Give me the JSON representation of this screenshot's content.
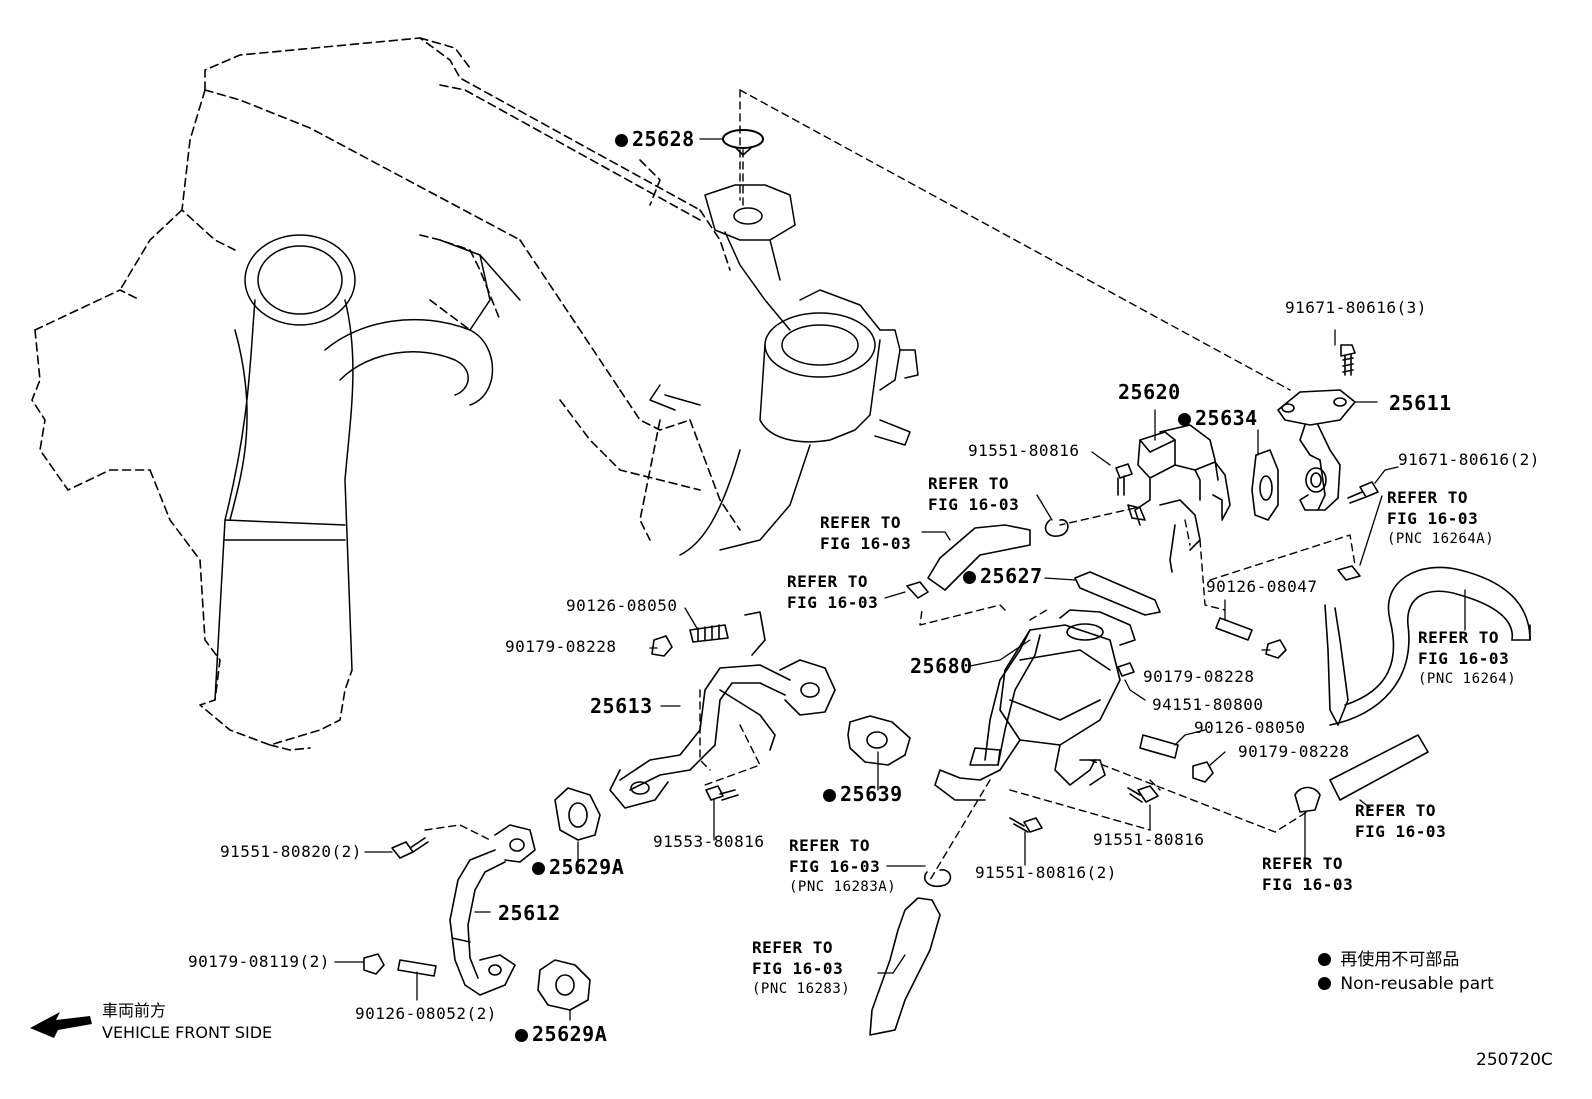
{
  "parts": {
    "p25628": "25628",
    "p25620": "25620",
    "p25634": "25634",
    "p25611": "25611",
    "p91671_3": "91671-80616(3)",
    "p91671_2": "91671-80616(2)",
    "p91551_816a": "91551-80816",
    "p25627": "25627",
    "p90126_047": "90126-08047",
    "p90126_050a": "90126-08050",
    "p90179_228a": "90179-08228",
    "p25613": "25613",
    "p25680": "25680",
    "p90179_228b": "90179-08228",
    "p94151": "94151-80800",
    "p90126_050b": "90126-08050",
    "p90179_228c": "90179-08228",
    "p25639": "25639",
    "p91553": "91553-80816",
    "p91551_816b": "91551-80816",
    "p91551_820": "91551-80820(2)",
    "p25629a1": "25629A",
    "p25612": "25612",
    "p91551_816c": "91551-80816(2)",
    "p90179_119": "90179-08119(2)",
    "p90126_052": "90126-08052(2)",
    "p25629a2": "25629A"
  },
  "refs": {
    "line1": "REFER TO",
    "line2": "FIG 16-03",
    "pnc16264a": "(PNC 16264A)",
    "pnc16264": "(PNC 16264)",
    "pnc16283a": "(PNC 16283A)",
    "pnc16283": "(PNC 16283)"
  },
  "legend": {
    "jp": "再使用不可部品",
    "en": "Non-reusable part"
  },
  "front": {
    "jp": "車両前方",
    "en": "VEHICLE FRONT SIDE"
  },
  "figure_code": "250720C",
  "icons": [
    "non-reusable-dot-icon",
    "front-arrow-icon"
  ]
}
